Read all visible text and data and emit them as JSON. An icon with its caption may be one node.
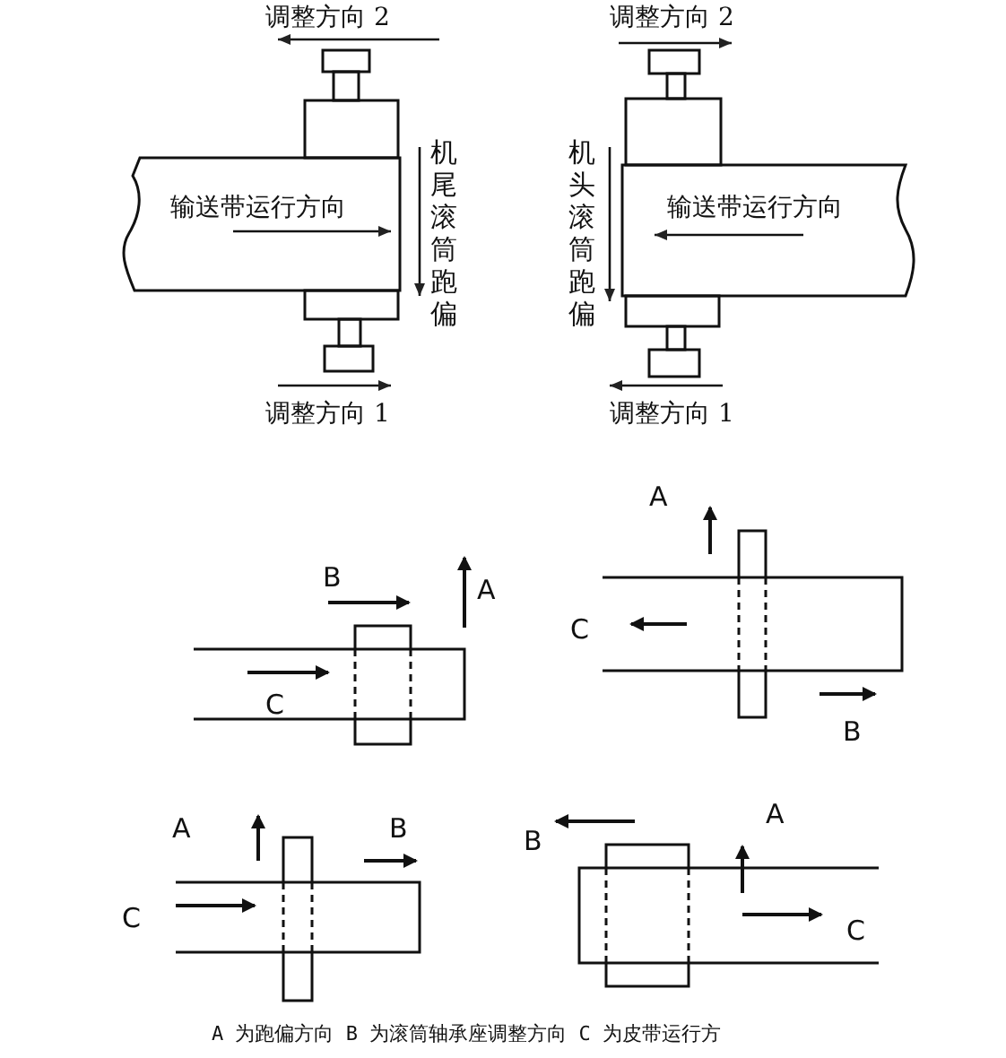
{
  "diagram": {
    "caption": "A 为跑偏方向 B 为滚筒轴承座调整方向 C 为皮带运行方",
    "labels": [
      "调整方向 2",
      "调整方向 2",
      "机尾滚筒跑偏",
      "输送带运行方向",
      "机头滚筒跑偏",
      "输送带运行方向",
      "调整方向 1",
      "调整方向 1",
      "B",
      "A",
      "C",
      "A",
      "C",
      "B",
      "A",
      "B",
      "C",
      "B",
      "A",
      "C"
    ]
  }
}
